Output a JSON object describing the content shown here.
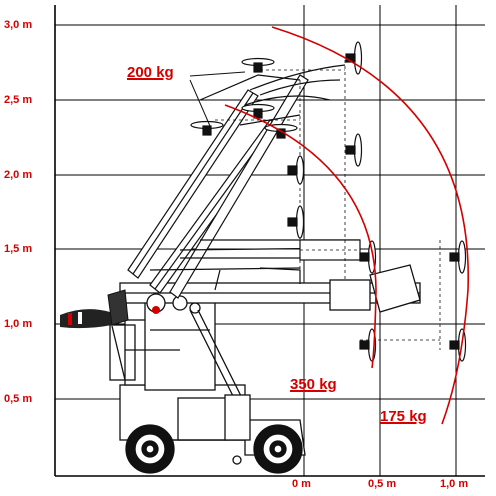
{
  "y_axis": {
    "ticks": [
      "3,0 m",
      "2,5 m",
      "2,0 m",
      "1,5 m",
      "1,0 m",
      "0,5 m"
    ]
  },
  "x_axis": {
    "ticks": [
      "0 m",
      "0,5 m",
      "1,0 m"
    ]
  },
  "load_labels": {
    "top": "200 kg",
    "middle": "350 kg",
    "right": "175 kg"
  },
  "colors": {
    "accent": "#d40000",
    "grid": "#000000",
    "drawing": "#111111"
  },
  "icons": [
    "suction-pad-icon",
    "wheel-icon",
    "control-handle-icon"
  ]
}
